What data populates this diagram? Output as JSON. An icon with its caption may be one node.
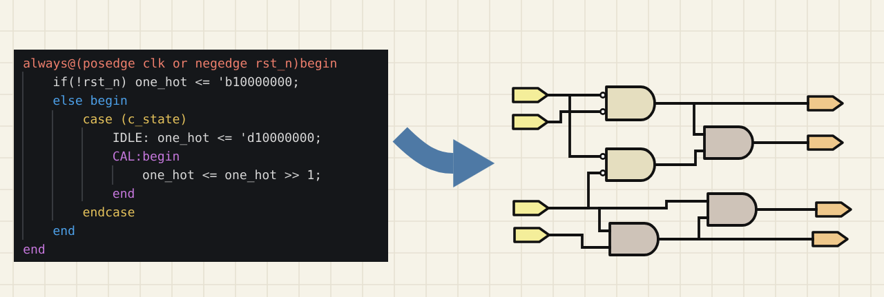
{
  "diagram": {
    "nodes": [
      {
        "text": [
          "always@(posedge clk or negedge rst_n)begin",
          "if(!rst_n) one_hot <= 'b10000000;",
          "else begin",
          "case (c_state)",
          "IDLE: one_hot <= 'd10000000;",
          "CAL:begin",
          "one_hot <= one_hot >> 1;",
          "end",
          "endcase",
          "end",
          "end"
        ]
      },
      {
        "text": [],
        "shape": "pentagon"
      },
      {
        "text": [],
        "shape": "pentagon"
      },
      {
        "text": [],
        "shape": "pentagon"
      },
      {
        "text": [],
        "shape": "pentagon"
      },
      {
        "text": [],
        "shape": "gate"
      },
      {
        "text": [],
        "shape": "gate"
      },
      {
        "text": [],
        "shape": "gate"
      },
      {
        "text": [],
        "shape": "gate"
      },
      {
        "text": [],
        "shape": "gate"
      },
      {
        "text": [],
        "shape": "pentagon"
      },
      {
        "text": [],
        "shape": "pentagon"
      },
      {
        "text": [],
        "shape": "pentagon"
      },
      {
        "text": [],
        "shape": "pentagon"
      }
    ],
    "edges": [
      {
        "from": 0,
        "to": null,
        "arrow": "to",
        "style": "thick",
        "color": "#4e79a5"
      },
      {
        "from": 1,
        "to": 5,
        "arrow": "none"
      },
      {
        "from": 1,
        "to": 6,
        "arrow": "none"
      },
      {
        "from": 2,
        "to": 5,
        "arrow": "none"
      },
      {
        "from": 3,
        "to": 6,
        "arrow": "none"
      },
      {
        "from": 3,
        "to": 8,
        "arrow": "none"
      },
      {
        "from": 3,
        "to": 9,
        "arrow": "none"
      },
      {
        "from": 4,
        "to": 9,
        "arrow": "none"
      },
      {
        "from": 5,
        "to": 10,
        "arrow": "none"
      },
      {
        "from": 5,
        "to": 7,
        "arrow": "none"
      },
      {
        "from": 6,
        "to": 7,
        "arrow": "none"
      },
      {
        "from": 7,
        "to": 11,
        "arrow": "none"
      },
      {
        "from": 9,
        "to": 8,
        "arrow": "none"
      },
      {
        "from": 9,
        "to": 13,
        "arrow": "none"
      },
      {
        "from": 8,
        "to": 12,
        "arrow": "none"
      }
    ]
  }
}
